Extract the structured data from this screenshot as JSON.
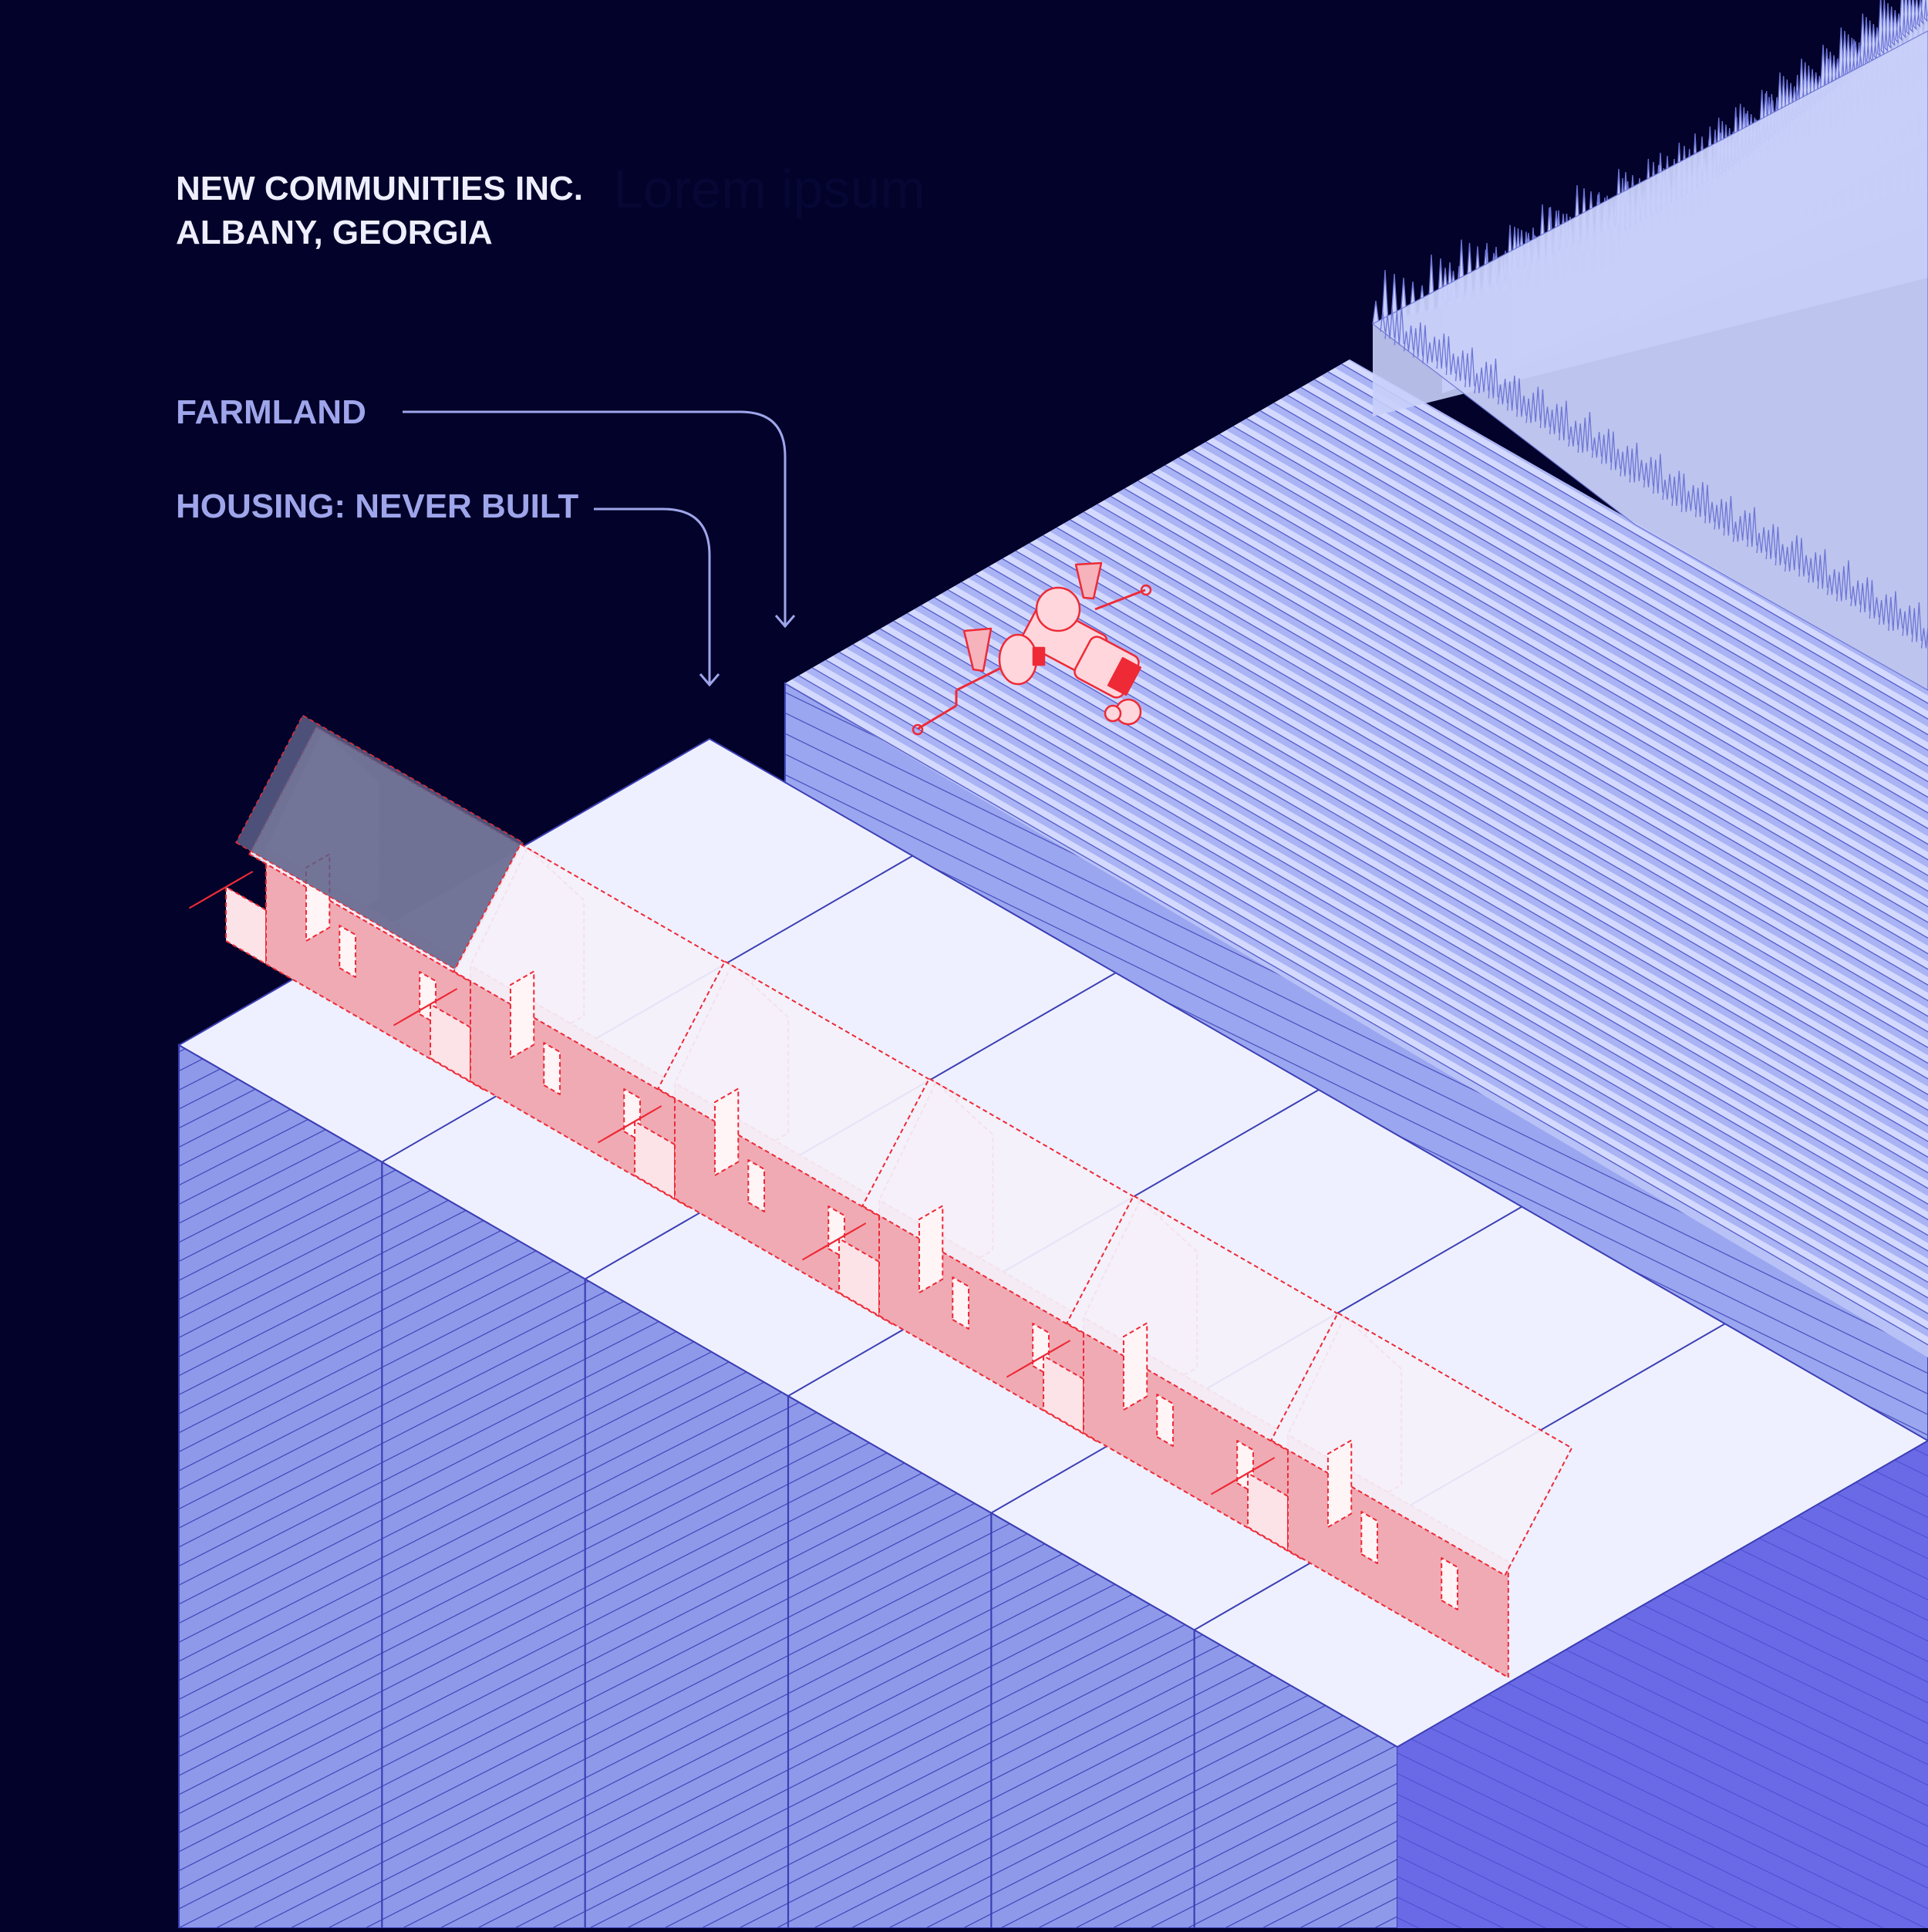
{
  "title": {
    "line1": "NEW COMMUNITIES INC.",
    "line2": "ALBANY, GEORGIA",
    "ghost_text": "Lorem ipsum"
  },
  "callouts": {
    "farmland": "FARMLAND",
    "housing": "HOUSING: NEVER BUILT"
  },
  "scene": {
    "house_count": 6,
    "lot_count": 6,
    "farmland_row_count": 44
  },
  "colors": {
    "background": "#02022a",
    "title_text": "#eeeeff",
    "callout_text": "#9fa5ea",
    "lot_top": "#eef0ff",
    "lot_side": "#8e99ea",
    "lot_front_dark": "#6a6ae6",
    "farm_side": "#9aa6ef",
    "farm_ridge_light": "#d4daff",
    "farm_ridge_dark": "#aab4f4",
    "crop": "#c8cff9",
    "house_outline": "#ee2a36",
    "house_wall": "#f0aab4",
    "house_gable": "#f9e6ec",
    "house_roof": "#f4f1fb",
    "tractor": "#ee2a36"
  }
}
